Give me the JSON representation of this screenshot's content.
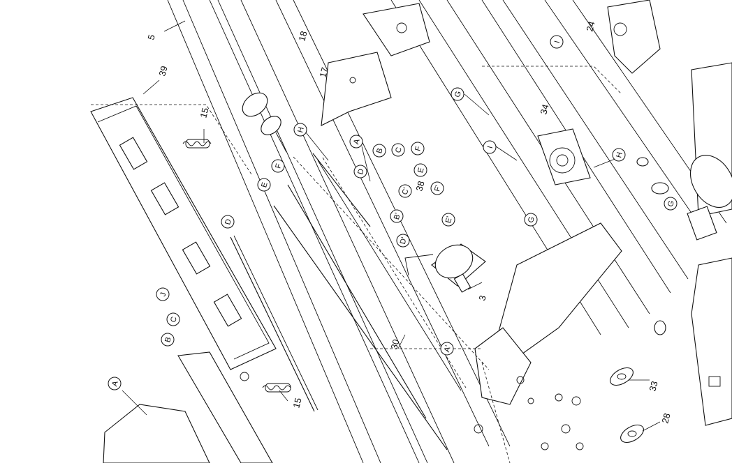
{
  "diagram": {
    "part_numbers": [
      "5",
      "39",
      "15",
      "18",
      "17",
      "24",
      "34",
      "38",
      "3",
      "30",
      "15",
      "33",
      "28"
    ],
    "reference_letters": [
      "A",
      "B",
      "C",
      "D",
      "E",
      "F",
      "G",
      "H",
      "I",
      "J",
      "A'",
      "B'",
      "C'",
      "D'",
      "E'",
      "F'"
    ]
  },
  "callouts": [
    {
      "id": "p5",
      "text": "5",
      "kind": "number"
    },
    {
      "id": "p39",
      "text": "39",
      "kind": "number"
    },
    {
      "id": "p15a",
      "text": "15",
      "kind": "number"
    },
    {
      "id": "p18",
      "text": "18",
      "kind": "number"
    },
    {
      "id": "p17",
      "text": "17",
      "kind": "number"
    },
    {
      "id": "p24",
      "text": "24",
      "kind": "number"
    },
    {
      "id": "p34",
      "text": "34",
      "kind": "number"
    },
    {
      "id": "p38",
      "text": "38",
      "kind": "number"
    },
    {
      "id": "p3",
      "text": "3",
      "kind": "number"
    },
    {
      "id": "p30",
      "text": "30",
      "kind": "number"
    },
    {
      "id": "p15b",
      "text": "15",
      "kind": "number"
    },
    {
      "id": "p33",
      "text": "33",
      "kind": "number"
    },
    {
      "id": "p28",
      "text": "28",
      "kind": "number"
    },
    {
      "id": "lH1",
      "text": "H",
      "kind": "letter"
    },
    {
      "id": "lA1",
      "text": "A",
      "kind": "letter"
    },
    {
      "id": "lD1",
      "text": "D",
      "kind": "letter"
    },
    {
      "id": "lB1",
      "text": "B",
      "kind": "letter"
    },
    {
      "id": "lC1",
      "text": "C",
      "kind": "letter"
    },
    {
      "id": "lF1",
      "text": "F",
      "kind": "letter"
    },
    {
      "id": "lE1",
      "text": "E",
      "kind": "letter"
    },
    {
      "id": "lG1",
      "text": "G",
      "kind": "letter"
    },
    {
      "id": "lI1",
      "text": "I",
      "kind": "letter"
    },
    {
      "id": "lI2",
      "text": "I",
      "kind": "letter"
    },
    {
      "id": "lH2",
      "text": "H",
      "kind": "letter"
    },
    {
      "id": "lG2",
      "text": "G",
      "kind": "letter"
    },
    {
      "id": "lG3",
      "text": "G",
      "kind": "letter"
    },
    {
      "id": "lF2",
      "text": "F",
      "kind": "letter"
    },
    {
      "id": "lE2",
      "text": "E",
      "kind": "letter"
    },
    {
      "id": "lD2",
      "text": "D",
      "kind": "letter"
    },
    {
      "id": "lC2",
      "text": "C'",
      "kind": "letter"
    },
    {
      "id": "lF3",
      "text": "F'",
      "kind": "letter"
    },
    {
      "id": "lB2",
      "text": "B'",
      "kind": "letter"
    },
    {
      "id": "lE3",
      "text": "E'",
      "kind": "letter"
    },
    {
      "id": "lD3",
      "text": "D'",
      "kind": "letter"
    },
    {
      "id": "lJ",
      "text": "J",
      "kind": "letter"
    },
    {
      "id": "lC3",
      "text": "C",
      "kind": "letter"
    },
    {
      "id": "lB3",
      "text": "B",
      "kind": "letter"
    },
    {
      "id": "lA2",
      "text": "A",
      "kind": "letter"
    },
    {
      "id": "lA3",
      "text": "A'",
      "kind": "letter"
    }
  ]
}
